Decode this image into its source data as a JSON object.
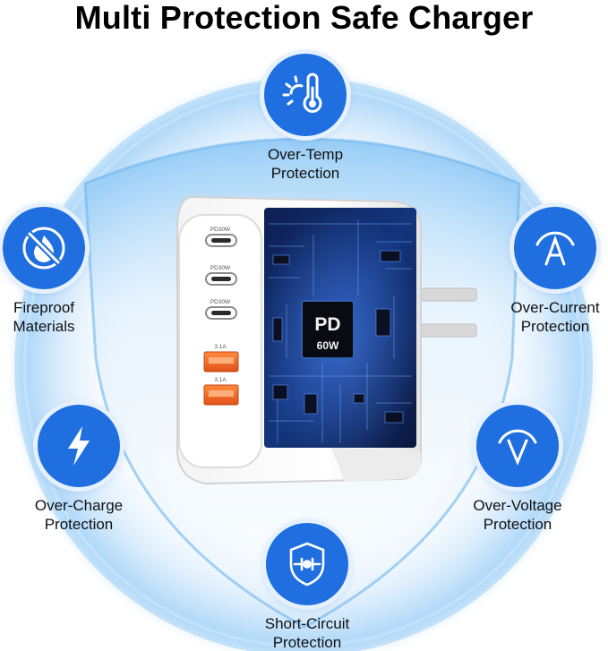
{
  "title": "Multi Protection Safe Charger",
  "colors": {
    "badge_blue": "#1f6fe0",
    "glow_blue": "#8cc6f5",
    "usb_a_orange": "#f26a21"
  },
  "features": [
    {
      "id": "over-temp",
      "icon": "thermometer-sun-icon",
      "line1": "Over-Temp",
      "line2": "Protection"
    },
    {
      "id": "over-current",
      "icon": "ampere-icon",
      "line1": "Over-Current",
      "line2": "Protection"
    },
    {
      "id": "over-voltage",
      "icon": "voltage-icon",
      "line1": "Over-Voltage",
      "line2": "Protection"
    },
    {
      "id": "short-circuit",
      "icon": "circuit-shield-icon",
      "line1": "Short-Circuit",
      "line2": "Protection"
    },
    {
      "id": "over-charge",
      "icon": "lightning-bolt-icon",
      "line1": "Over-Charge",
      "line2": "Protection"
    },
    {
      "id": "fireproof",
      "icon": "no-fire-icon",
      "line1": "Fireproof",
      "line2": "Materials"
    }
  ],
  "charger": {
    "ports": [
      {
        "type": "usb-c",
        "label": "PD30W"
      },
      {
        "type": "usb-c",
        "label": "PD30W"
      },
      {
        "type": "usb-c",
        "label": "PD30W"
      },
      {
        "type": "usb-a",
        "label": "3.1A"
      },
      {
        "type": "usb-a",
        "label": "3.1A"
      }
    ],
    "chip_line1": "PD",
    "chip_line2": "60W"
  }
}
